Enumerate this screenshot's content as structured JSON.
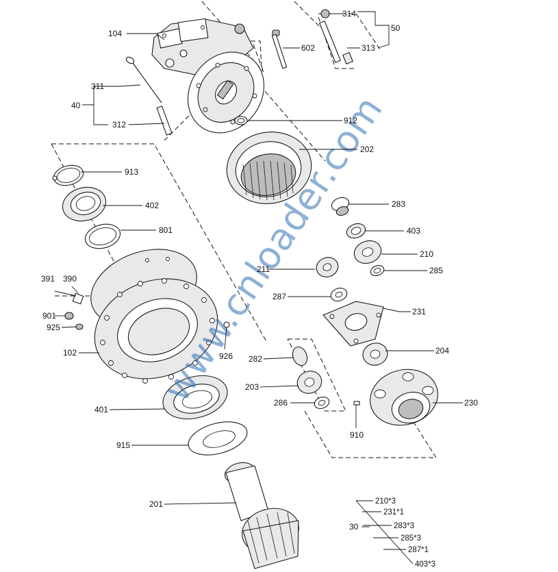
{
  "diagram": {
    "watermark": "www.cnloader.com",
    "callouts": {
      "c104": "104",
      "c314": "314",
      "c50": "50",
      "c313": "313",
      "c602": "602",
      "c311": "311",
      "c40": "40",
      "c312": "312",
      "c912": "912",
      "c202": "202",
      "c913": "913",
      "c402": "402",
      "c801": "801",
      "c283": "283",
      "c403": "403",
      "c210": "210",
      "c211": "211",
      "c285": "285",
      "c391": "391",
      "c390": "390",
      "c287": "287",
      "c231": "231",
      "c901": "901",
      "c925": "925",
      "c102": "102",
      "c926": "926",
      "c204": "204",
      "c282": "282",
      "c203": "203",
      "c230": "230",
      "c286": "286",
      "c401": "401",
      "c910": "910",
      "c915": "915",
      "c201": "201",
      "c30": "30"
    },
    "kit_30": [
      "210*3",
      "231*1",
      "283*3",
      "285*3",
      "287*1",
      "403*3"
    ]
  }
}
